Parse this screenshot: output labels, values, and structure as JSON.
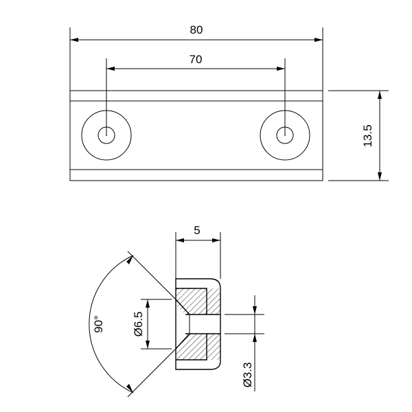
{
  "dimensions": {
    "overall_length": "80",
    "hole_spacing": "70",
    "height": "13.5",
    "thickness": "5",
    "countersink_angle": "90°",
    "countersink_diameter": "Ø6.5",
    "hole_diameter": "Ø3.3"
  },
  "colors": {
    "line": "#000000",
    "background": "#ffffff"
  }
}
